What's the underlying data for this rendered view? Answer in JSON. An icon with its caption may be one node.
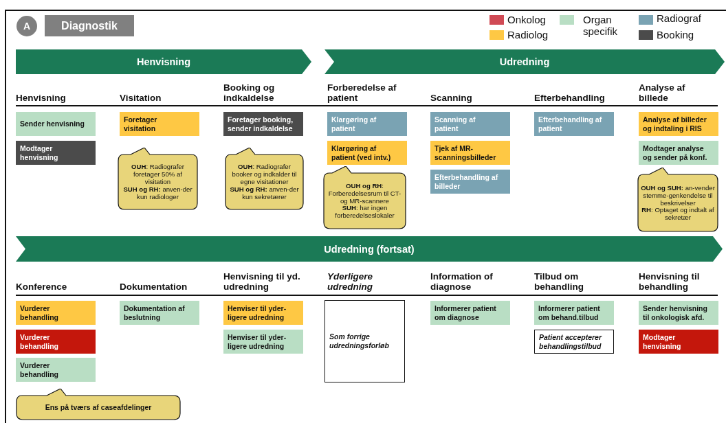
{
  "diagram": {
    "title": "Diagnostik",
    "nodes": [
      {
        "text": [
          "Henvisning"
        ]
      },
      {
        "text": [
          "Udredning"
        ]
      },
      {
        "text": [
          "Sender henvisning"
        ]
      },
      {
        "text": [
          "Modtager henvisning"
        ]
      },
      {
        "text": [
          "Foretager visitation"
        ]
      },
      {
        "text": [
          "**OUH**: Radiografer foretager 50% af visitation",
          "**SUH og RH:** anven-der kun radiologer"
        ]
      },
      {
        "text": [
          "Foretager booking, sender indkaldelse"
        ]
      },
      {
        "text": [
          "**OUH**: Radiografer booker og indkalder til egne visitationer",
          "**SUH og RH:** anven-der kun sekretærer"
        ]
      },
      {
        "text": [
          "Klargøring af patient"
        ]
      },
      {
        "text": [
          "Klargøring af patient (ved intv.)"
        ]
      },
      {
        "text": [
          "**OUH og RH**: Forberedelsesrum til CT- og MR-scannere",
          "**SUH**: har ingen forberedelseslokaler"
        ]
      },
      {
        "text": [
          "Scanning af patient"
        ]
      },
      {
        "text": [
          "Tjek af MR-scanningsbilleder"
        ]
      },
      {
        "text": [
          "Efterbehandling af billeder"
        ]
      },
      {
        "text": [
          "Efterbehandling af patient"
        ]
      },
      {
        "text": [
          "Analyse af billeder og indtaling i RIS"
        ]
      },
      {
        "text": [
          "Modtager analyse og sender på konf."
        ]
      },
      {
        "text": [
          "**OUH og SUH:** an-vender stemme-genkendelse til beskrivelser",
          "**RH**: Optaget og indtalt af sekretær"
        ]
      },
      {
        "text": [
          "Udredning (fortsat)"
        ]
      },
      {
        "text": [
          "Vurderer behandling"
        ]
      },
      {
        "text": [
          "Vurderer behandling"
        ]
      },
      {
        "text": [
          "Vurderer behandling"
        ]
      },
      {
        "text": [
          "Ens på tværs af caseafdelinger"
        ]
      },
      {
        "text": [
          "Dokumentation af beslutning"
        ]
      },
      {
        "text": [
          "Henviser til yder-ligere udredning"
        ]
      },
      {
        "text": [
          "Henviser til yder-ligere udredning"
        ]
      },
      {
        "text": [
          "Som forrige udredningsforløb"
        ]
      },
      {
        "text": [
          "Informerer patient om diagnose"
        ]
      },
      {
        "text": [
          "Informerer patient om behand.tilbud"
        ]
      },
      {
        "text": [
          "Patient accepterer behandlingstilbud"
        ]
      },
      {
        "text": [
          "Sender henvisning til onkologisk afd."
        ]
      },
      {
        "text": [
          "Modtager henvisning"
        ]
      }
    ],
    "edges": [],
    "labels": [
      "A",
      "Henvisning",
      "Visitation",
      "Booking og indkaldelse",
      "Forberedelse af patient",
      "Scanning",
      "Efterbehandling",
      "Analyse af billede",
      "Konference",
      "Dokumentation",
      "Henvisning til yd. udredning",
      "Yderligere udredning",
      "Information of diagnose",
      "Tilbud om behandling",
      "Henvisning til behandling"
    ],
    "legend": [
      {
        "text": "Onkolog",
        "color": "#d04a55"
      },
      {
        "text": "Radiolog",
        "color": "#fec844"
      },
      {
        "text": "Organ specifik",
        "color": "#b9dec4"
      },
      {
        "text": "Radiograf",
        "color": "#7aa3b3"
      },
      {
        "text": "Booking",
        "color": "#4b4b4b"
      }
    ]
  }
}
